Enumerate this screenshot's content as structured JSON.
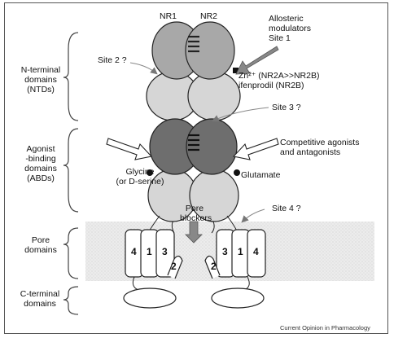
{
  "subunits": {
    "nr1": "NR1",
    "nr2": "NR2"
  },
  "domains": {
    "ntd": [
      "N-terminal",
      "domains",
      "(NTDs)"
    ],
    "abd": [
      "Agonist",
      "-binding",
      "domains",
      "(ABDs)"
    ],
    "pore": [
      "Pore",
      "domains"
    ],
    "ctd": [
      "C-terminal",
      "domains"
    ]
  },
  "annotations": {
    "allosteric": [
      "Allosteric",
      "modulators",
      "Site 1"
    ],
    "zn": "Zn²⁺ (NR2A>>NR2B)",
    "ifenprodil": "ifenprodil (NR2B)",
    "site2": "Site 2 ?",
    "site3": "Site 3 ?",
    "site4": "Site 4 ?",
    "competitive": [
      "Competitive agonists",
      "and antagonists"
    ],
    "glycine": [
      "Glycine",
      "(or D-serine)"
    ],
    "glutamate": "Glutamate",
    "pore_blockers": [
      "Pore",
      "blockers"
    ]
  },
  "helices": {
    "left": [
      "4",
      "1",
      "3",
      "2"
    ],
    "right": [
      "3",
      "1",
      "4",
      "2"
    ]
  },
  "credit": "Current Opinion in Pharmacology",
  "colors": {
    "dark_lobe": "#6e6e6e",
    "mid_lobe": "#a9a9a9",
    "light_lobe": "#d7d7d7",
    "membrane": "#eeeeee",
    "line": "#222222"
  }
}
